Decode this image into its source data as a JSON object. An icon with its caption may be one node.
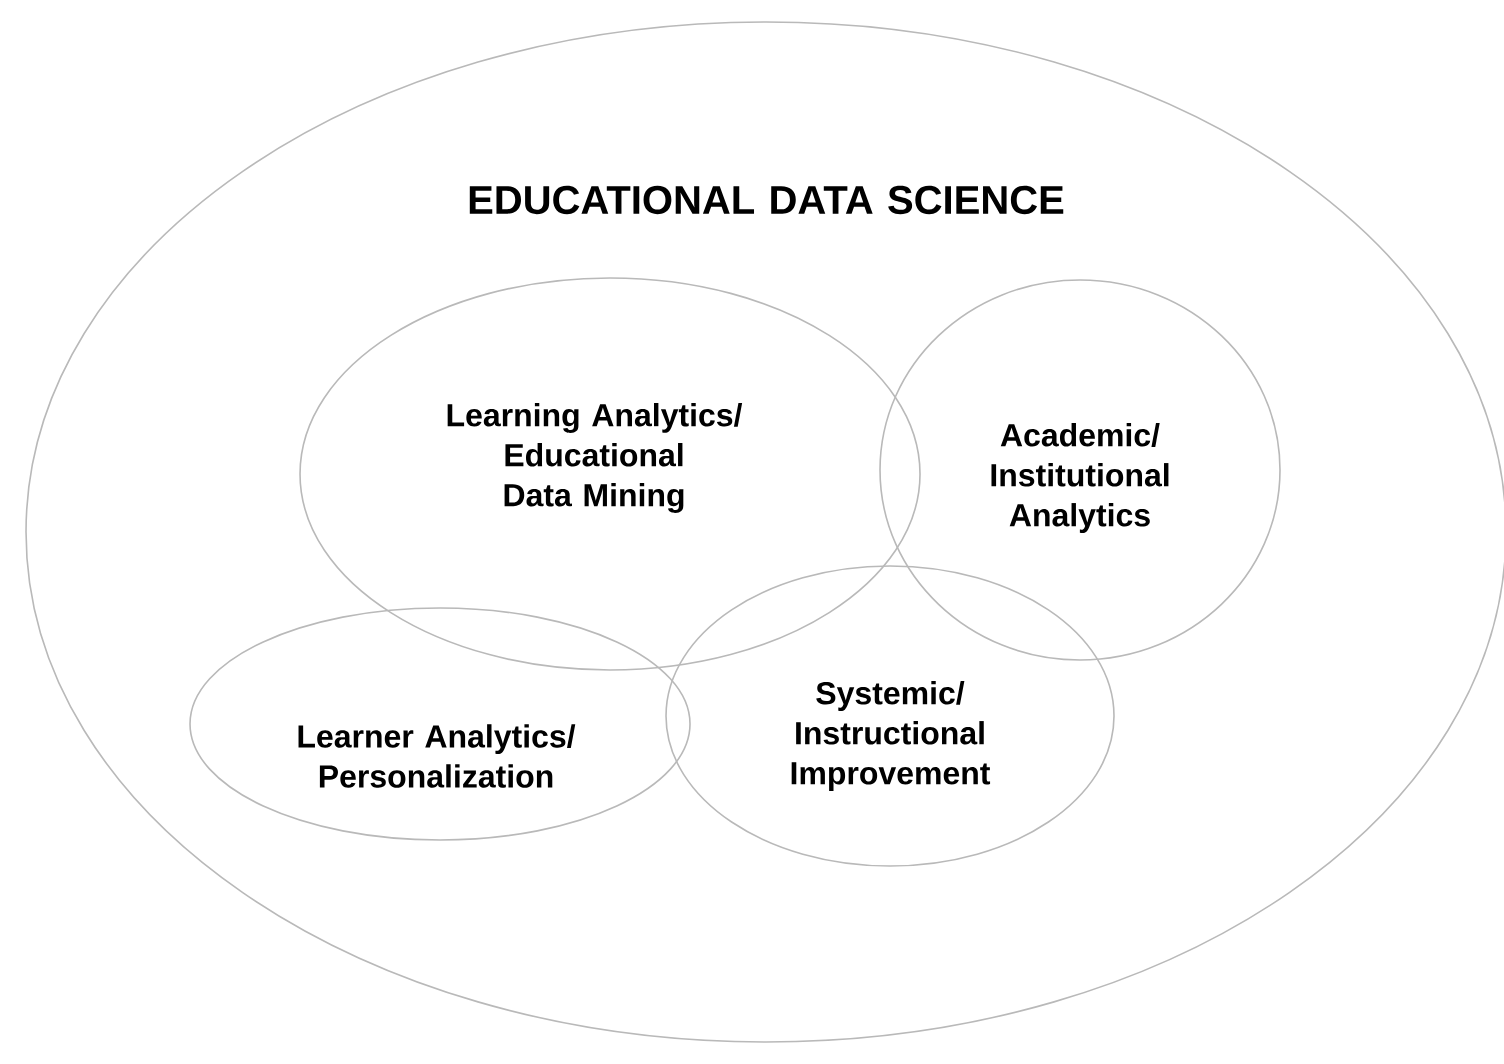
{
  "diagram": {
    "nodes": [
      {
        "text": [
          "EDUCATIONAL DATA SCIENCE"
        ]
      },
      {
        "text": [
          "Learning Analytics/ Educational Data Mining"
        ],
        "in": 0
      },
      {
        "text": [
          "Academic/ Institutional Analytics"
        ],
        "in": 0
      },
      {
        "text": [
          "Learner Analytics/ Personalization"
        ],
        "in": 0
      },
      {
        "text": [
          "Systemic/ Instructional Improvement"
        ],
        "in": 0
      }
    ]
  }
}
